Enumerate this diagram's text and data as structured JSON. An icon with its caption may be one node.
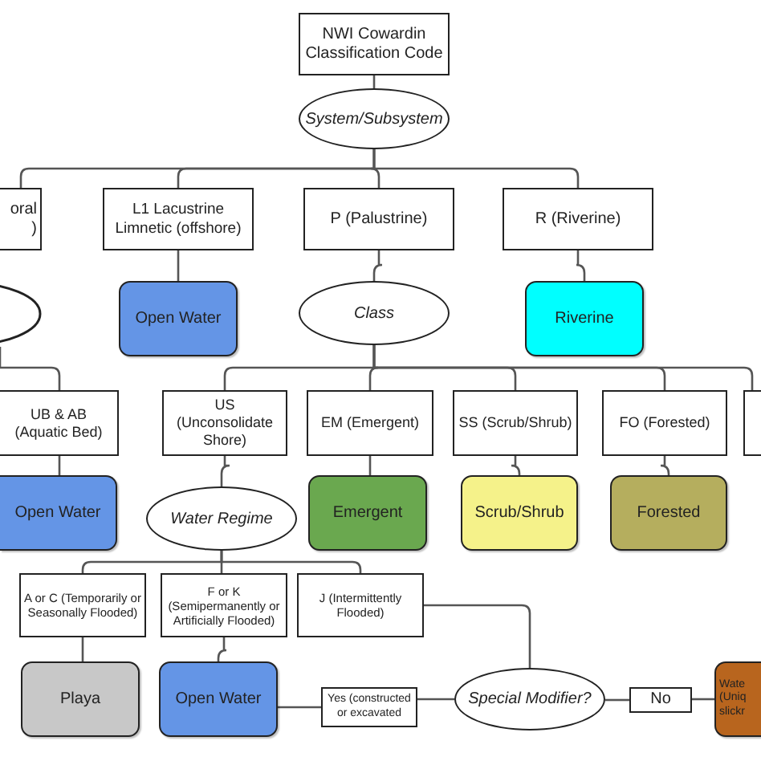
{
  "diagram": {
    "nodes": [
      {
        "text": [
          "NWI Cowardin Classification Code"
        ]
      },
      {
        "text": [
          "System/Subsystem"
        ]
      },
      {
        "text": [
          "oral )"
        ]
      },
      {
        "text": [
          "L1 Lacustrine Limnetic (offshore)"
        ]
      },
      {
        "text": [
          "P (Palustrine)"
        ]
      },
      {
        "text": [
          "R (Riverine)"
        ]
      },
      {
        "text": [],
        "shape": "ellipse"
      },
      {
        "text": [
          "Open Water"
        ]
      },
      {
        "text": [
          "Class"
        ]
      },
      {
        "text": [
          "Riverine"
        ]
      },
      {
        "text": [
          "UB & AB (Aquatic Bed)"
        ]
      },
      {
        "text": [
          "US (Unconsolidate Shore)"
        ]
      },
      {
        "text": [
          "EM (Emergent)"
        ]
      },
      {
        "text": [
          "SS (Scrub/Shrub)"
        ]
      },
      {
        "text": [
          "FO (Forested)"
        ]
      },
      {
        "text": [],
        "shape": "box"
      },
      {
        "text": [
          "Open Water"
        ]
      },
      {
        "text": [
          "Water Regime"
        ]
      },
      {
        "text": [
          "Emergent"
        ]
      },
      {
        "text": [
          "Scrub/Shrub"
        ]
      },
      {
        "text": [
          "Forested"
        ]
      },
      {
        "text": [
          "A or C (Temporarily or Seasonally Flooded)"
        ]
      },
      {
        "text": [
          "F or K (Semipermanently or Artificially Flooded)"
        ]
      },
      {
        "text": [
          "J (Intermittently Flooded)"
        ]
      },
      {
        "text": [
          "Playa"
        ]
      },
      {
        "text": [
          "Open Water"
        ]
      },
      {
        "text": [
          "Yes (constructed or excavated"
        ]
      },
      {
        "text": [
          "Special Modifier?"
        ]
      },
      {
        "text": [
          "No"
        ]
      },
      {
        "text": [
          "Wate (Uniq slickr"
        ]
      }
    ],
    "edges": [
      {
        "from": 0,
        "to": 1,
        "arrow": "none"
      },
      {
        "from": 1,
        "to": 2,
        "arrow": "none"
      },
      {
        "from": 1,
        "to": 3,
        "arrow": "none"
      },
      {
        "from": 1,
        "to": 4,
        "arrow": "none"
      },
      {
        "from": 1,
        "to": 5,
        "arrow": "none"
      },
      {
        "from": 3,
        "to": 7,
        "arrow": "none"
      },
      {
        "from": 4,
        "to": 8,
        "arrow": "none"
      },
      {
        "from": 5,
        "to": 9,
        "arrow": "none"
      },
      {
        "from": 6,
        "to": 10,
        "arrow": "none"
      },
      {
        "from": 8,
        "to": 11,
        "arrow": "none"
      },
      {
        "from": 8,
        "to": 12,
        "arrow": "none"
      },
      {
        "from": 8,
        "to": 13,
        "arrow": "none"
      },
      {
        "from": 8,
        "to": 14,
        "arrow": "none"
      },
      {
        "from": 8,
        "to": 15,
        "arrow": "none"
      },
      {
        "from": 10,
        "to": 16,
        "arrow": "none"
      },
      {
        "from": 11,
        "to": 17,
        "arrow": "none"
      },
      {
        "from": 12,
        "to": 18,
        "arrow": "none"
      },
      {
        "from": 13,
        "to": 19,
        "arrow": "none"
      },
      {
        "from": 14,
        "to": 20,
        "arrow": "none"
      },
      {
        "from": 17,
        "to": 21,
        "arrow": "none"
      },
      {
        "from": 17,
        "to": 22,
        "arrow": "none"
      },
      {
        "from": 17,
        "to": 23,
        "arrow": "none"
      },
      {
        "from": 21,
        "to": 24,
        "arrow": "none"
      },
      {
        "from": 22,
        "to": 25,
        "arrow": "none"
      },
      {
        "from": 23,
        "to": 27,
        "arrow": "none"
      },
      {
        "from": 25,
        "to": 26,
        "arrow": "none"
      },
      {
        "from": 26,
        "to": 27,
        "arrow": "none"
      },
      {
        "from": 27,
        "to": 28,
        "arrow": "none"
      },
      {
        "from": 28,
        "to": 29,
        "arrow": "none"
      }
    ]
  }
}
